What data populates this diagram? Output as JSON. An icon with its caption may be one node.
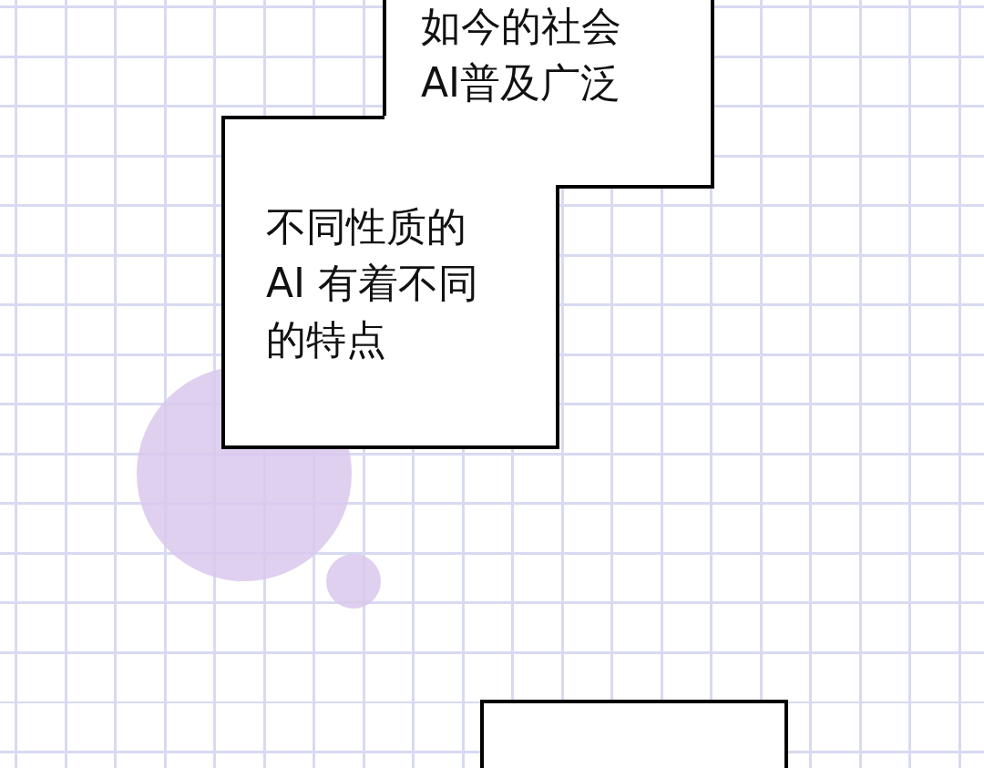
{
  "diagram": {
    "nodes": [
      {
        "text": [
          "如今的社会AI普及广泛"
        ]
      },
      {
        "text": [
          "不同性质的AI 有着不同的特点"
        ]
      },
      {
        "text": [],
        "shape": "box"
      }
    ]
  }
}
